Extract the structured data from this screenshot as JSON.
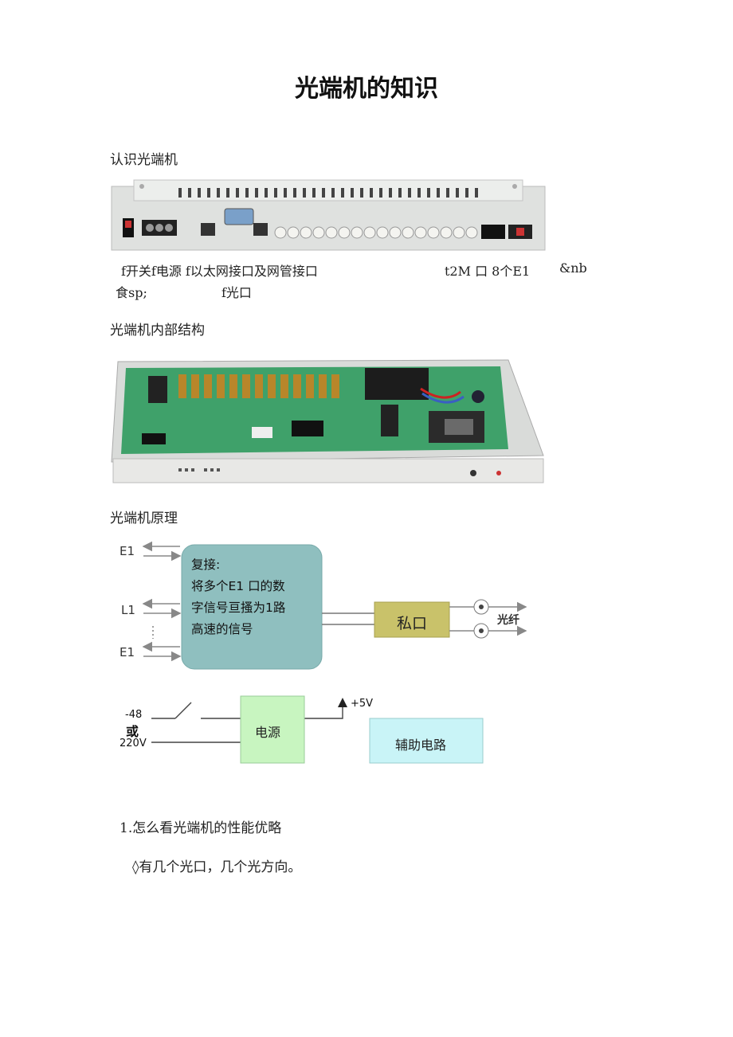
{
  "document": {
    "title": "光端机的知识",
    "section1_heading": "认识光端机",
    "caption_line1_a": "f开关f电源 f以太网接口及网管接口",
    "caption_line1_b": "t2M 口 8个E1",
    "caption_line1_c": "&nb",
    "caption_line2_a": "食sp;",
    "caption_line2_b": "f光口",
    "section2_heading": "光端机内部结构",
    "section3_heading": "光端机原理",
    "item1": "1.怎么看光端机的性能优略",
    "item1_bullet": "◊有几个光口，几个光方向。"
  },
  "diagram": {
    "left_labels": [
      "E1",
      "L1",
      "E1"
    ],
    "mux_box_lines": [
      "复接:",
      "将多个E1 口的数",
      "字信号亘搔为1路",
      "高速的信号"
    ],
    "optical_box_label": "私口",
    "fiber_label": "光纤",
    "power_input_top": "-48",
    "power_input_or": "或",
    "power_input_bottom": "220V",
    "power_box_label": "电源",
    "voltage_label": "+5V",
    "aux_box_label": "辅助电路",
    "colors": {
      "mux_box": "#8fbfbf",
      "optical_box": "#c9c26a",
      "power_box": "#c8f5c0",
      "aux_box": "#c9f4f7"
    }
  }
}
